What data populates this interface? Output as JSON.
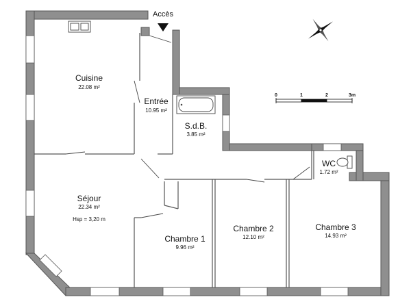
{
  "access_label": "Accès",
  "rooms": [
    {
      "id": "cuisine",
      "name": "Cuisine",
      "area": "22.08 m²"
    },
    {
      "id": "entree",
      "name": "Entrée",
      "area": "10.95 m²"
    },
    {
      "id": "sdb",
      "name": "S.d.B.",
      "area": "3.85 m²"
    },
    {
      "id": "wc",
      "name": "WC",
      "area": "1.72 m²"
    },
    {
      "id": "sejour",
      "name": "Séjour",
      "area": "22.34 m²",
      "note": "Hsp = 3,20 m"
    },
    {
      "id": "chambre1",
      "name": "Chambre 1",
      "area": "9.96 m²"
    },
    {
      "id": "chambre2",
      "name": "Chambre 2",
      "area": "12.10 m²"
    },
    {
      "id": "chambre3",
      "name": "Chambre 3",
      "area": "14.93 m²"
    }
  ],
  "scale": {
    "labels": [
      "0",
      "1",
      "2",
      "3m"
    ]
  },
  "colors": {
    "wall": "#8f8f8f",
    "ink": "#111111"
  },
  "icons": [
    "compass-rose-icon",
    "access-arrow-icon"
  ]
}
